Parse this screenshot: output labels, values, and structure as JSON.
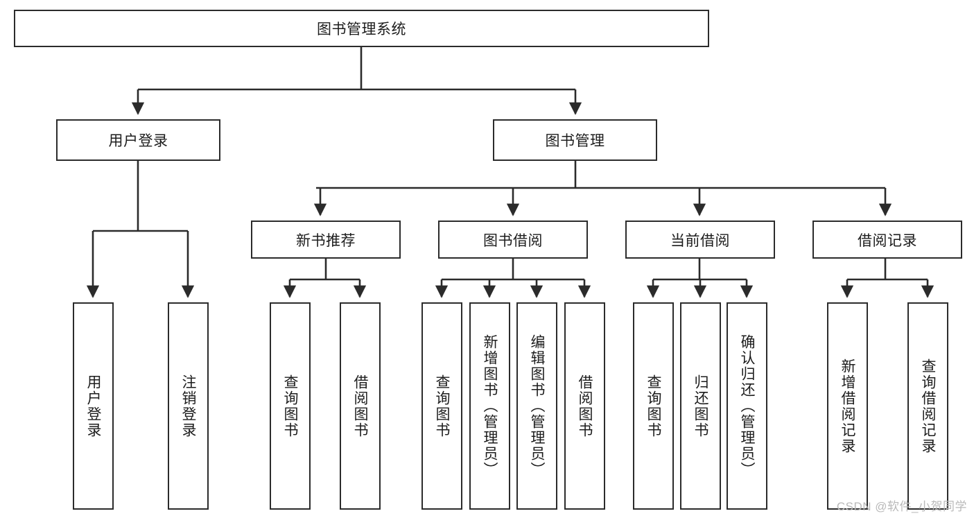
{
  "diagram": {
    "title": "图书管理系统",
    "root": {
      "id": "root",
      "label": "图书管理系统"
    },
    "level2": [
      {
        "id": "user-login",
        "label": "用户登录"
      },
      {
        "id": "book-manage",
        "label": "图书管理"
      }
    ],
    "level3": [
      {
        "id": "new-book-recommend",
        "label": "新书推荐"
      },
      {
        "id": "book-borrow",
        "label": "图书借阅"
      },
      {
        "id": "current-borrow",
        "label": "当前借阅"
      },
      {
        "id": "borrow-record",
        "label": "借阅记录"
      }
    ],
    "leaves": [
      {
        "id": "leaf-user-login",
        "label": "用户登录",
        "parent": "user-login"
      },
      {
        "id": "leaf-user-logout",
        "label": "注销登录",
        "parent": "user-login"
      },
      {
        "id": "leaf-query-book-1",
        "label": "查询图书",
        "parent": "new-book-recommend"
      },
      {
        "id": "leaf-borrow-book-1",
        "label": "借阅图书",
        "parent": "new-book-recommend"
      },
      {
        "id": "leaf-query-book-2",
        "label": "查询图书",
        "parent": "book-borrow"
      },
      {
        "id": "leaf-add-book",
        "label": "新增图书（管理员）",
        "parent": "book-borrow"
      },
      {
        "id": "leaf-edit-book",
        "label": "编辑图书（管理员）",
        "parent": "book-borrow"
      },
      {
        "id": "leaf-borrow-book-2",
        "label": "借阅图书",
        "parent": "book-borrow"
      },
      {
        "id": "leaf-query-book-3",
        "label": "查询图书",
        "parent": "current-borrow"
      },
      {
        "id": "leaf-return-book",
        "label": "归还图书",
        "parent": "current-borrow"
      },
      {
        "id": "leaf-confirm-return",
        "label": "确认归还（管理员）",
        "parent": "current-borrow"
      },
      {
        "id": "leaf-add-record",
        "label": "新增借阅记录",
        "parent": "borrow-record"
      },
      {
        "id": "leaf-query-record",
        "label": "查询借阅记录",
        "parent": "borrow-record"
      }
    ],
    "colors": {
      "stroke": "#2b2b2b",
      "fill": "#ffffff",
      "text": "#1c1c1c",
      "watermark": "#b9b9b9"
    }
  },
  "watermark": {
    "text": "CSDN @软件_小贺同学"
  }
}
